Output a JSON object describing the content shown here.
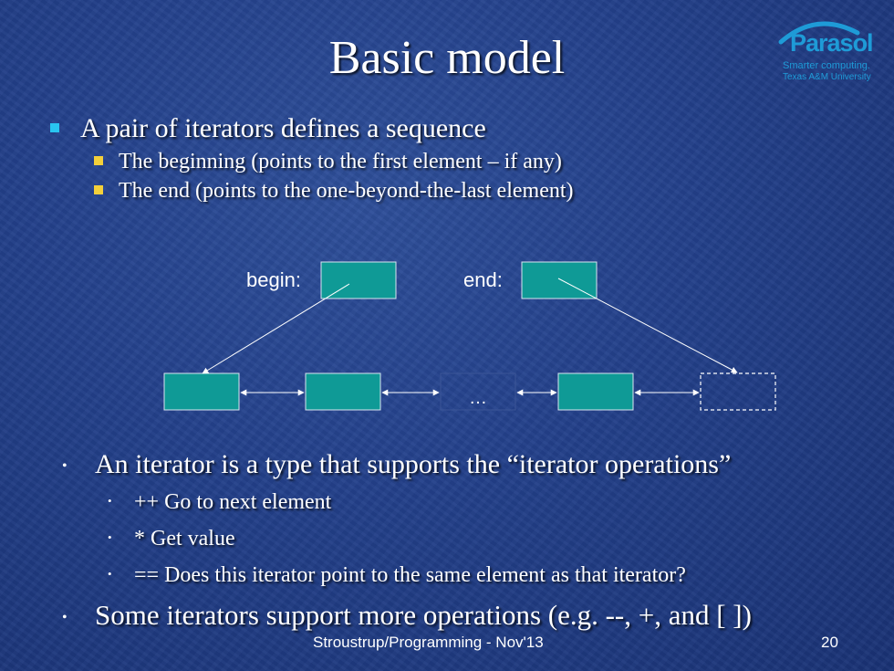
{
  "slide": {
    "title": "Basic model",
    "logo": {
      "name": "Parasol",
      "tagline": "Smarter computing.",
      "institution": "Texas A&M University"
    },
    "bullets": [
      {
        "text": "A pair of iterators defines a sequence",
        "sub": [
          "The beginning (points to the first element – if any)",
          "The end (points to the one-beyond-the-last element)"
        ]
      }
    ],
    "diagram": {
      "begin_label": "begin:",
      "end_label": "end:",
      "ellipsis": "…"
    },
    "lower_bullets": [
      {
        "text": "An iterator is a type that supports the  “iterator operations”",
        "sub": [
          "++ Go to next element",
          "* Get value",
          "== Does this iterator point to the same element as that iterator?"
        ]
      },
      {
        "text": "Some iterators support more operations (e.g. --, +, and [ ])"
      }
    ],
    "footer": "Stroustrup/Programming - Nov'13",
    "page_number": "20"
  },
  "colors": {
    "background": "#23408a",
    "box_fill": "#0f9a96",
    "bullet_level1": "#29c5f0",
    "bullet_level2": "#f4d03a",
    "logo": "#1e9bd7"
  }
}
